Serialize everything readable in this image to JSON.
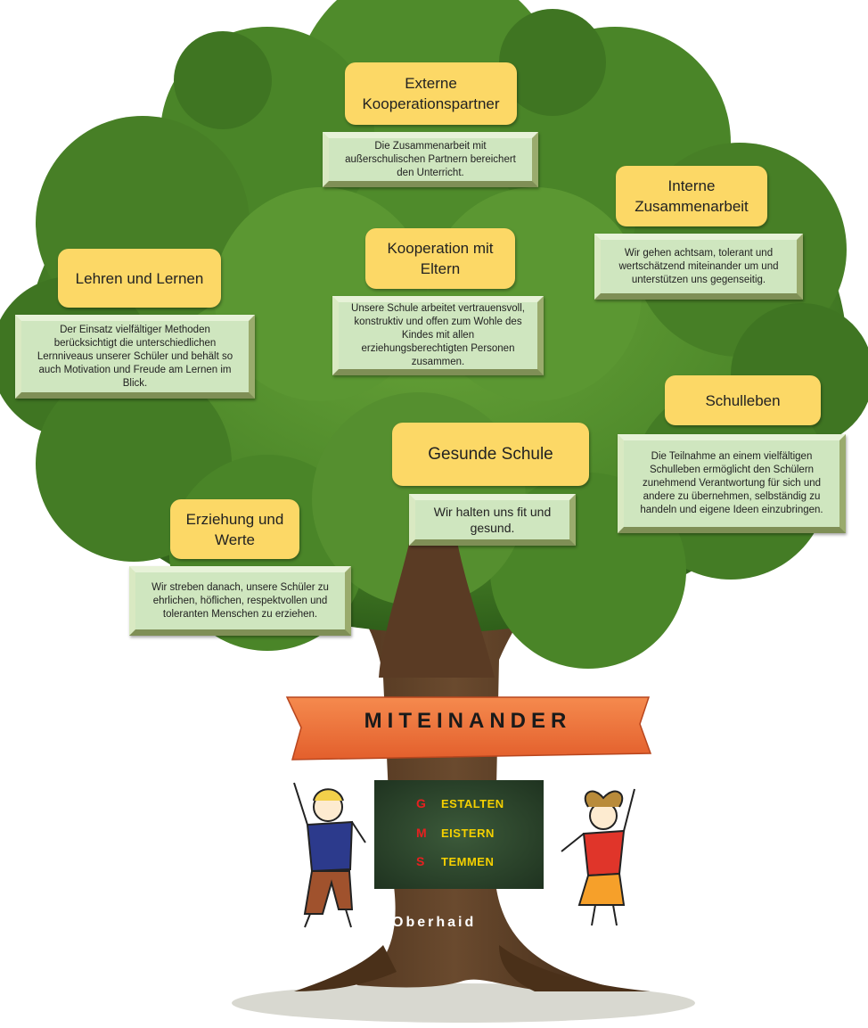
{
  "nodes": [
    {
      "id": "externe",
      "title": "Externe Kooperationspartner",
      "text": "Die Zusammenarbeit mit außerschulischen Partnern bereichert den Unterricht."
    },
    {
      "id": "interne",
      "title": "Interne Zusammenarbeit",
      "text": "Wir gehen achtsam, tolerant und wertschätzend miteinander um und unterstützen uns gegenseitig."
    },
    {
      "id": "kooperation",
      "title": "Kooperation mit Eltern",
      "text": "Unsere Schule arbeitet vertrauensvoll, konstruktiv und offen zum Wohle des Kindes mit allen erziehungsberechtigten Personen zusammen."
    },
    {
      "id": "lehren",
      "title": "Lehren und Lernen",
      "text": "Der Einsatz vielfältiger Methoden berücksichtigt die unterschiedlichen Lernniveaus unserer Schüler und behält so auch Motivation und Freude am Lernen im Blick."
    },
    {
      "id": "schulleben",
      "title": "Schulleben",
      "text": "Die Teilnahme an einem vielfältigen Schulleben ermöglicht den Schülern zunehmend Verantwortung für sich und andere zu übernehmen, selbständig zu handeln und eigene Ideen einzubringen."
    },
    {
      "id": "gesund",
      "title": "Gesunde Schule",
      "text": "Wir halten uns fit und gesund."
    },
    {
      "id": "erziehung",
      "title": "Erziehung und Werte",
      "text": "Wir streben danach, unsere Schüler zu ehrlichen, höflichen, respektvollen und toleranten Menschen zu erziehen."
    }
  ],
  "banner": {
    "text": "MITEINANDER"
  },
  "board": {
    "rows": [
      {
        "initial": "G",
        "word": "ESTALTEN"
      },
      {
        "initial": "M",
        "word": "EISTERN"
      },
      {
        "initial": "S",
        "word": "TEMMEN"
      }
    ]
  },
  "place": "Oberhaid",
  "colors": {
    "title_fill": "#fcd866",
    "desc_fill": "#cfe6bf",
    "foliage": "#4e8a2a",
    "trunk": "#5a3b24",
    "banner": "#f0733c",
    "board": "#2f4a30"
  }
}
